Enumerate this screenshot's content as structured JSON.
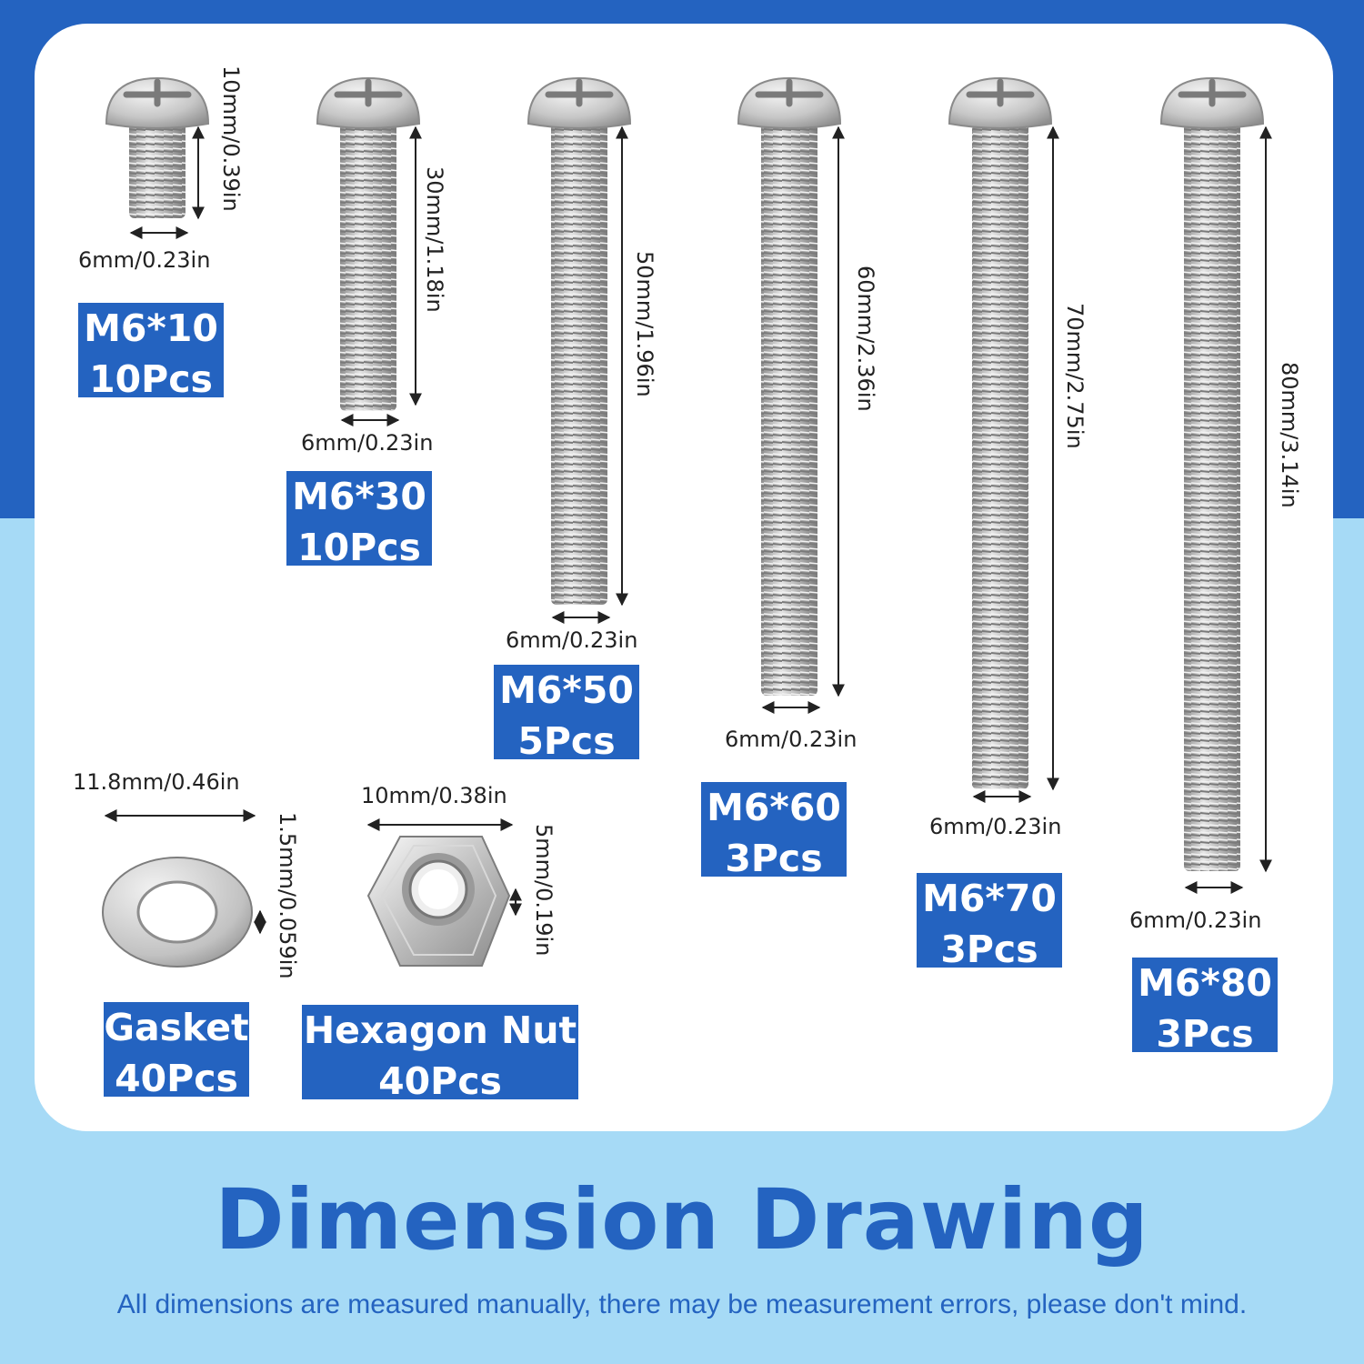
{
  "colors": {
    "brand_blue": "#2463c0",
    "light_blue": "#a6daf6",
    "panel": "#ffffff",
    "metal": "#c4c4c4"
  },
  "screws": [
    {
      "id": "m6x10",
      "size": "M6*10",
      "qty": "10Pcs",
      "length": "10mm/0.39in",
      "diameter": "6mm/0.23in"
    },
    {
      "id": "m6x30",
      "size": "M6*30",
      "qty": "10Pcs",
      "length": "30mm/1.18in",
      "diameter": "6mm/0.23in"
    },
    {
      "id": "m6x50",
      "size": "M6*50",
      "qty": "5Pcs",
      "length": "50mm/1.96in",
      "diameter": "6mm/0.23in"
    },
    {
      "id": "m6x60",
      "size": "M6*60",
      "qty": "3Pcs",
      "length": "60mm/2.36in",
      "diameter": "6mm/0.23in"
    },
    {
      "id": "m6x70",
      "size": "M6*70",
      "qty": "3Pcs",
      "length": "70mm/2.75in",
      "diameter": "6mm/0.23in"
    },
    {
      "id": "m6x80",
      "size": "M6*80",
      "qty": "3Pcs",
      "length": "80mm/3.14in",
      "diameter": "6mm/0.23in"
    }
  ],
  "gasket": {
    "name": "Gasket",
    "qty": "40Pcs",
    "diameter": "11.8mm/0.46in",
    "thickness": "1.5mm/0.059in"
  },
  "nut": {
    "name": "Hexagon Nut",
    "qty": "40Pcs",
    "width": "10mm/0.38in",
    "thickness": "5mm/0.19in"
  },
  "heading": "Dimension Drawing",
  "note": "All dimensions are measured manually, there  may be measurement errors, please don't mind."
}
